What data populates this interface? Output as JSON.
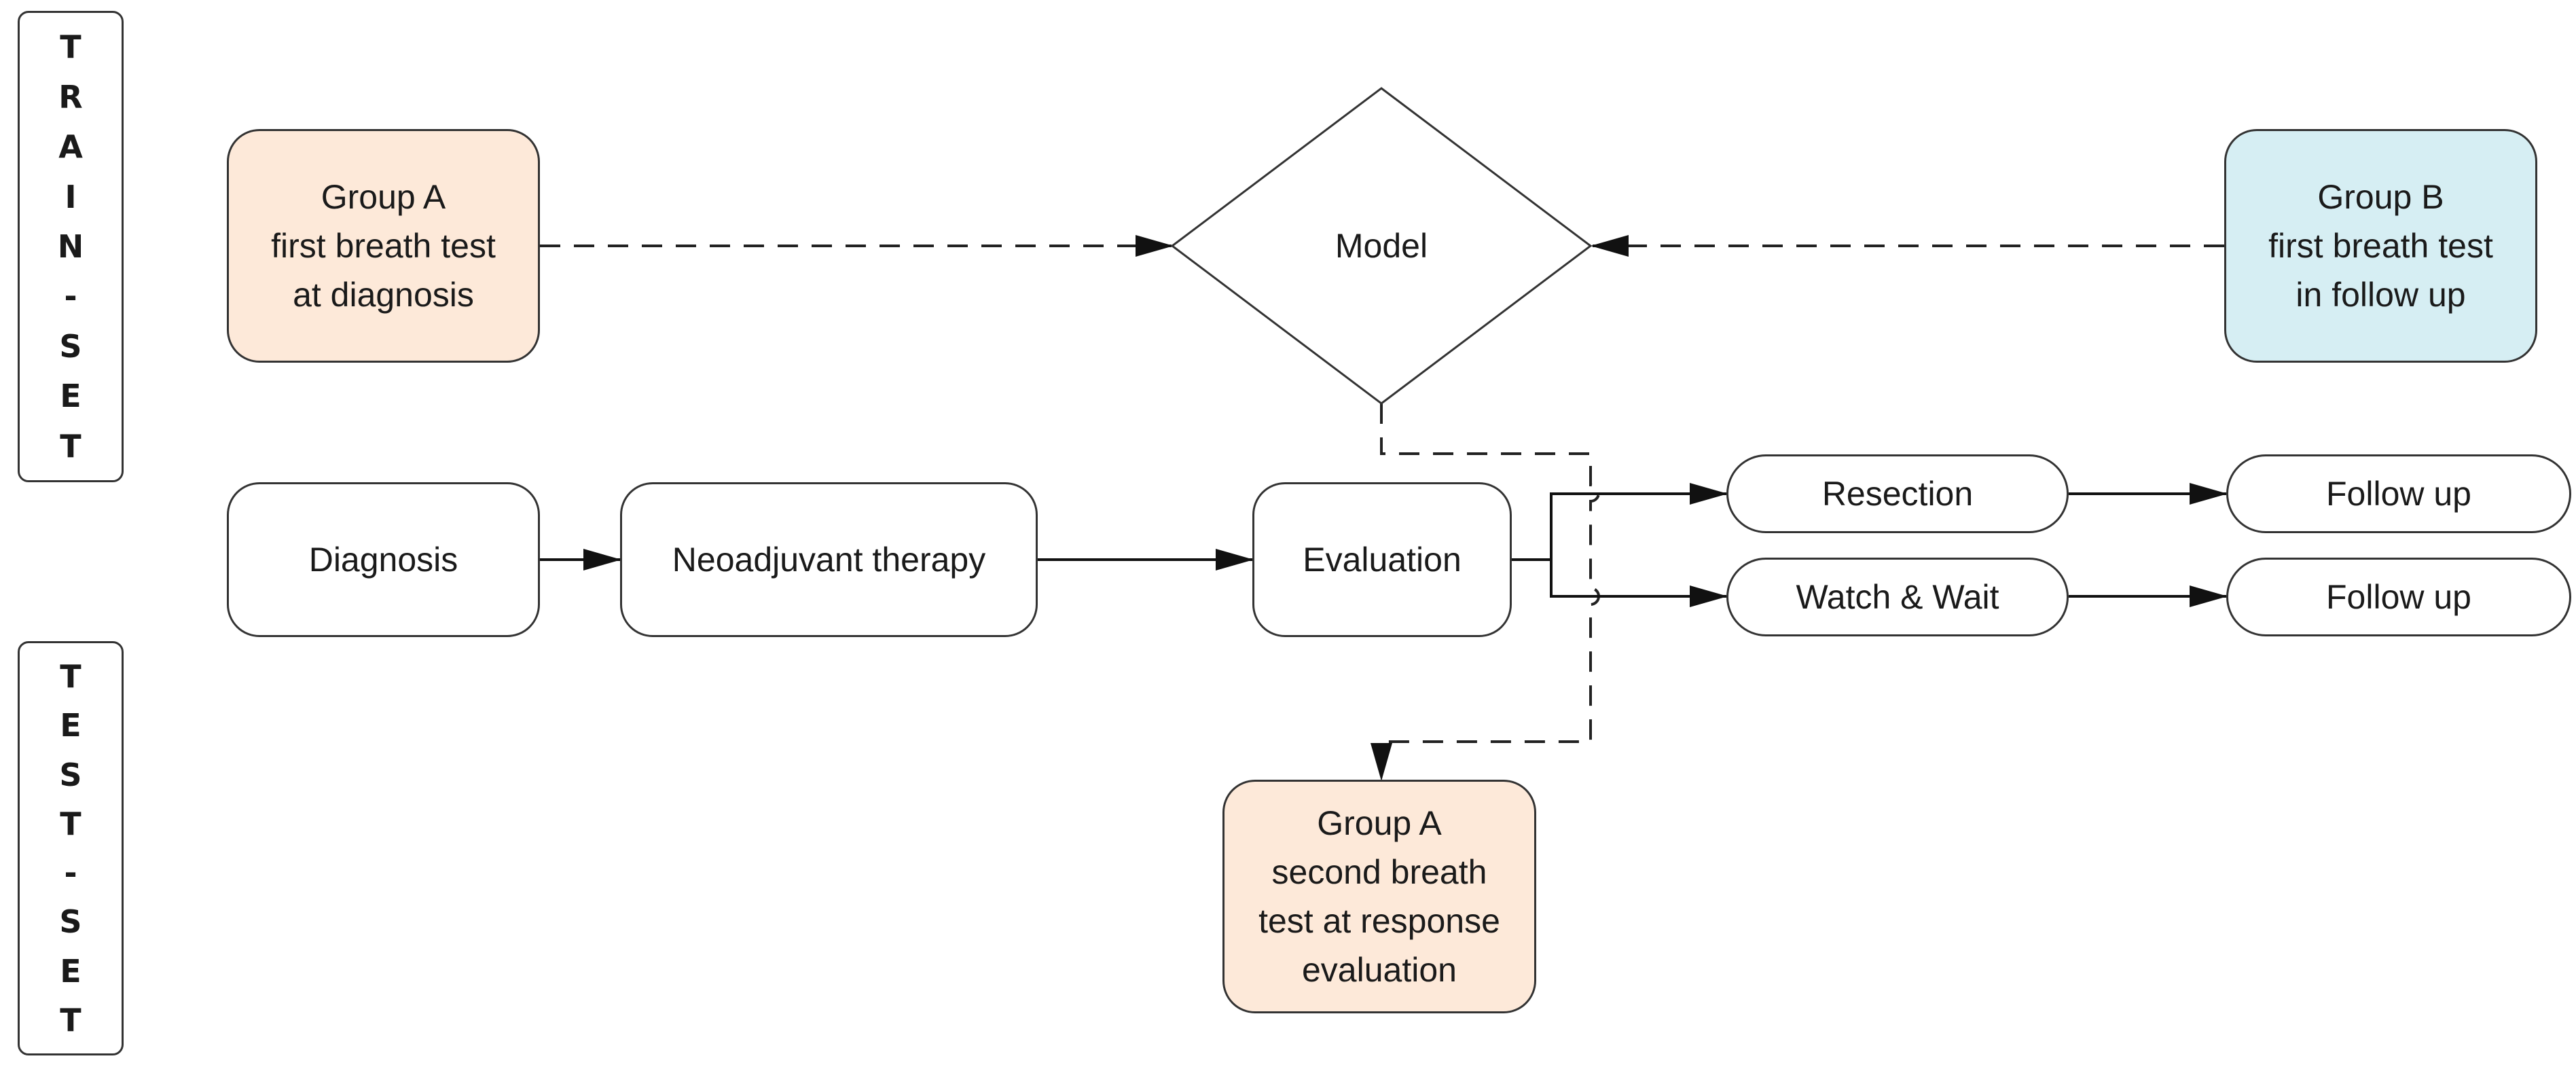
{
  "colors": {
    "peach": "#fde9d9",
    "light_blue": "#d6eef3",
    "stroke": "#333333",
    "text": "#1a1a1a"
  },
  "sidebar": {
    "train_letters": [
      "T",
      "R",
      "A",
      "I",
      "N",
      "-",
      "S",
      "E",
      "T"
    ],
    "test_letters": [
      "T",
      "E",
      "S",
      "T",
      "-",
      "S",
      "E",
      "T"
    ]
  },
  "nodes": {
    "group_a_first": [
      "Group A",
      "first breath test",
      "at diagnosis"
    ],
    "model": "Model",
    "group_b_first": [
      "Group B",
      "first breath test",
      "in follow up"
    ],
    "diagnosis": "Diagnosis",
    "neoadjuvant": "Neoadjuvant therapy",
    "evaluation": "Evaluation",
    "resection": "Resection",
    "watch_wait": "Watch & Wait",
    "follow_up_1": "Follow up",
    "follow_up_2": "Follow up",
    "group_a_second": [
      "Group A",
      "second breath",
      "test at response",
      "evaluation"
    ]
  },
  "edges": [
    {
      "from": "group_a_first",
      "to": "model",
      "style": "dashed"
    },
    {
      "from": "group_b_first",
      "to": "model",
      "style": "dashed"
    },
    {
      "from": "model",
      "to": "group_a_second",
      "style": "dashed"
    },
    {
      "from": "diagnosis",
      "to": "neoadjuvant",
      "style": "solid"
    },
    {
      "from": "neoadjuvant",
      "to": "evaluation",
      "style": "solid"
    },
    {
      "from": "evaluation",
      "to": "resection",
      "style": "solid"
    },
    {
      "from": "evaluation",
      "to": "watch_wait",
      "style": "solid"
    },
    {
      "from": "resection",
      "to": "follow_up_1",
      "style": "solid"
    },
    {
      "from": "watch_wait",
      "to": "follow_up_2",
      "style": "solid"
    }
  ]
}
